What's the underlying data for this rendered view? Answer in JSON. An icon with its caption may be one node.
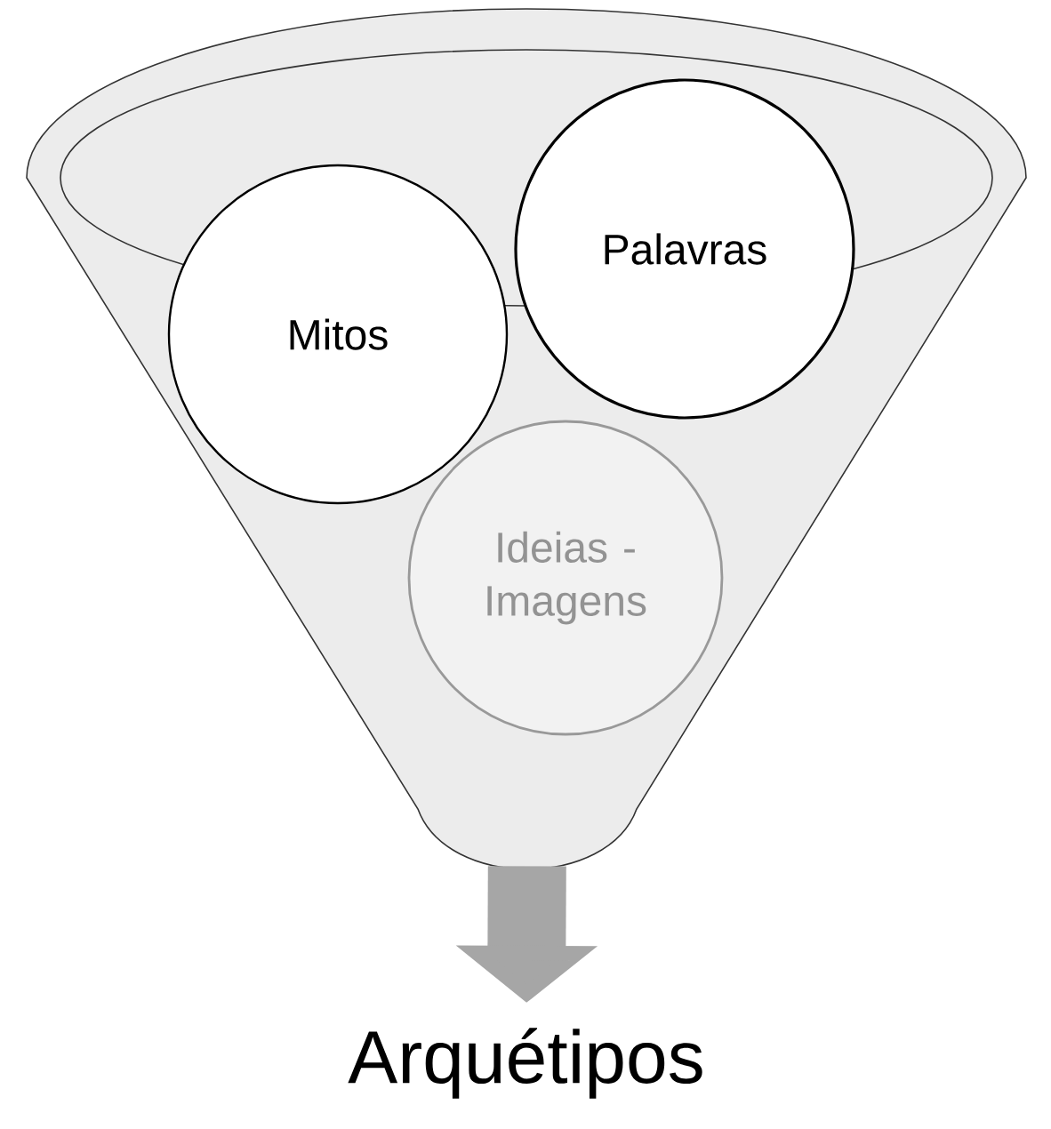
{
  "diagram": {
    "nodes": [
      {
        "text": [],
        "shape": "funnel"
      },
      {
        "text": [
          "Mitos"
        ],
        "in": 0
      },
      {
        "text": [
          "Palavras"
        ],
        "in": 0
      },
      {
        "text": [
          "Ideias - Imagens"
        ],
        "in": 0
      },
      {
        "text": [
          "Arquétipos"
        ]
      }
    ],
    "edges": [
      {
        "from": 0,
        "to": 4,
        "arrow": "to"
      }
    ]
  }
}
